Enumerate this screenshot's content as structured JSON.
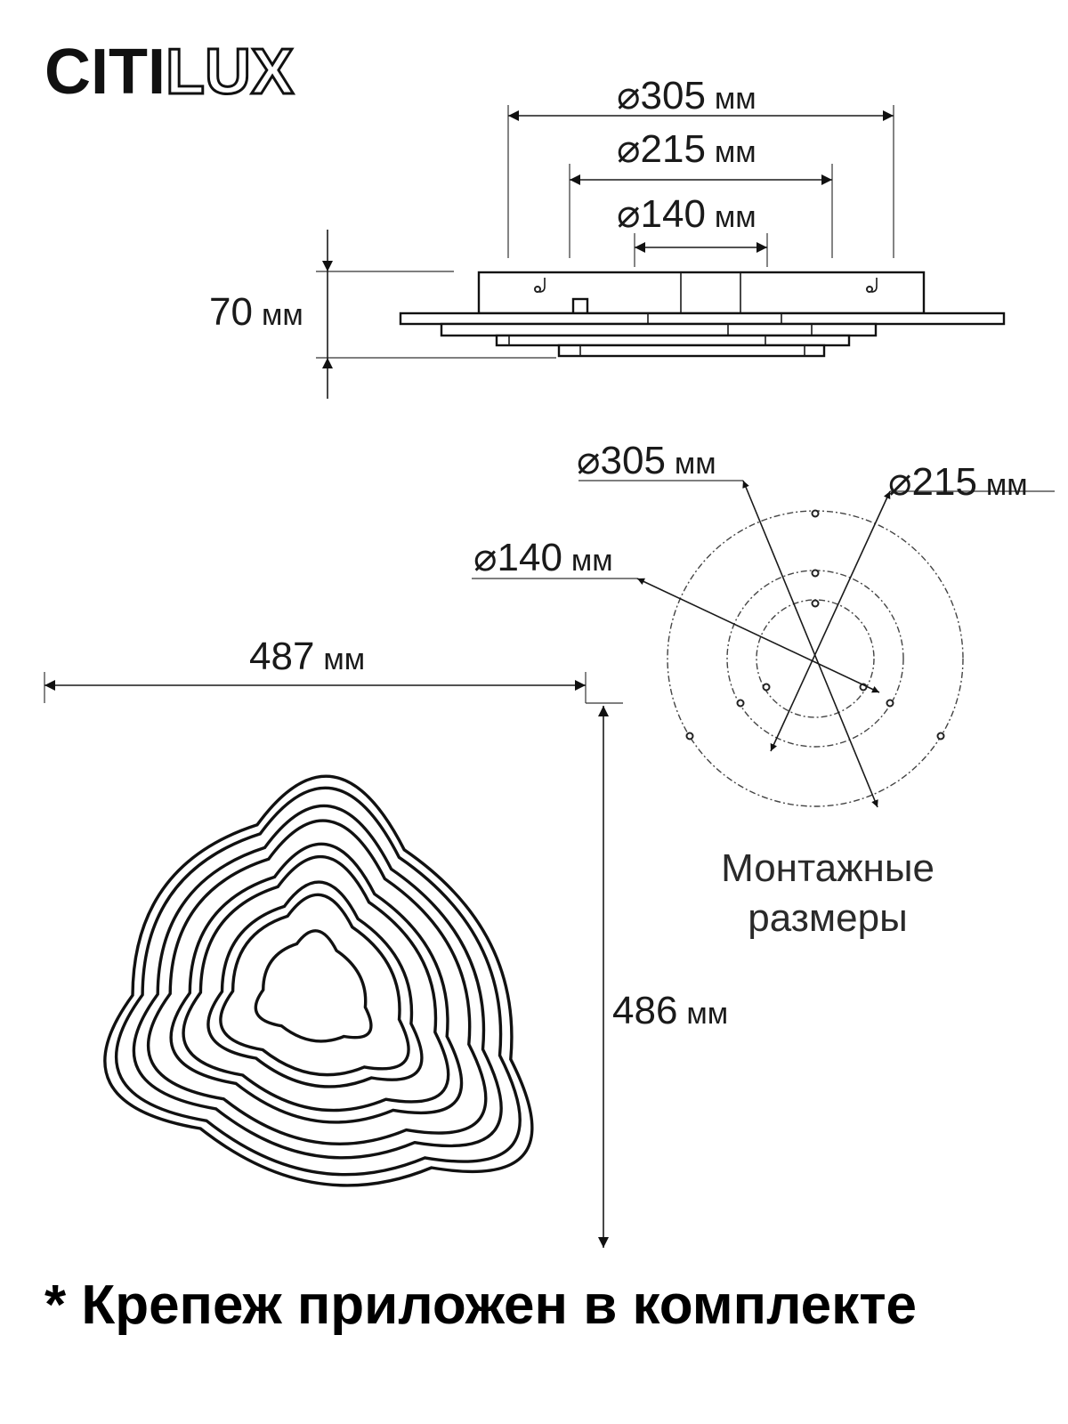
{
  "brand": {
    "part1": "CITI",
    "part2": "LUX"
  },
  "units": "мм",
  "diameter_symbol": "⌀",
  "side_view": {
    "dims": [
      {
        "id": "d305",
        "value": "305"
      },
      {
        "id": "d215",
        "value": "215"
      },
      {
        "id": "d140",
        "value": "140"
      }
    ],
    "height": {
      "value": "70"
    }
  },
  "mount_view": {
    "dims": [
      {
        "id": "m305",
        "value": "305"
      },
      {
        "id": "m215",
        "value": "215"
      },
      {
        "id": "m140",
        "value": "140"
      }
    ],
    "caption_line1": "Монтажные",
    "caption_line2": "размеры"
  },
  "top_view": {
    "width": {
      "value": "487"
    },
    "height": {
      "value": "486"
    }
  },
  "footer_note": "* Крепеж приложен в комплекте"
}
